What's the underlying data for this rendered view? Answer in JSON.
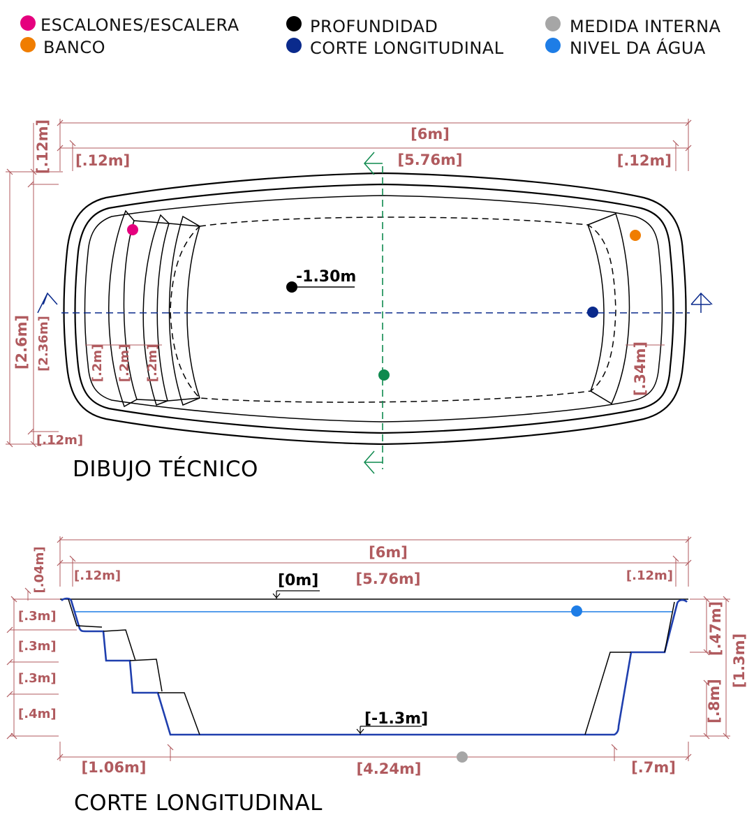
{
  "legend": {
    "steps": {
      "label": "ESCALONES/ESCALERA",
      "color": "#e5007e"
    },
    "bench": {
      "label": "BANCO",
      "color": "#f07d00"
    },
    "depth": {
      "label": "PROFUNDIDAD",
      "color": "#000000"
    },
    "section": {
      "label": "CORTE LONGITUDINAL",
      "color": "#0a2a8c"
    },
    "internal": {
      "label": "MEDIDA INTERNA",
      "color": "#a6a6a6"
    },
    "water": {
      "label": "NIVEL DA ÁGUA",
      "color": "#1e7de6"
    }
  },
  "plan": {
    "title": "DIBUJO TÉCNICO",
    "cut_line_color": "#0f8a4f",
    "depth_label": "-1.30m",
    "dims": {
      "total_length": "[6m]",
      "inner_length": "[5.76m]",
      "left_rim": "[.12m]",
      "right_rim": "[.12m]",
      "top_rim": "[.12m]",
      "bottom_rim": "[.12m]",
      "total_width": "[2.6m]",
      "inner_width": "[2.36m]",
      "step1": "[.2m]",
      "step2": "[.2m]",
      "step3": "[.2m]",
      "bench": "[.34m]"
    }
  },
  "section": {
    "title": "CORTE LONGITUDINAL",
    "water_line_color": "#1e7de6",
    "shell_color": "#1f3fae",
    "top_level": "[0m]",
    "bottom_level": "[-1.3m]",
    "dims": {
      "total_length": "[6m]",
      "inner_length": "[5.76m]",
      "left_rim": "[.12m]",
      "right_rim": "[.12m]",
      "rim_height": "[.04m]",
      "step_h1": "[.3m]",
      "step_h2": "[.3m]",
      "step_h3": "[.3m]",
      "step_h4": "[.4m]",
      "bench_h": "[.47m]",
      "bench_lower": "[.8m]",
      "total_depth": "[1.3m]",
      "steps_run": "[1.06m]",
      "floor_run": "[4.24m]",
      "bench_run": "[.7m]"
    }
  }
}
